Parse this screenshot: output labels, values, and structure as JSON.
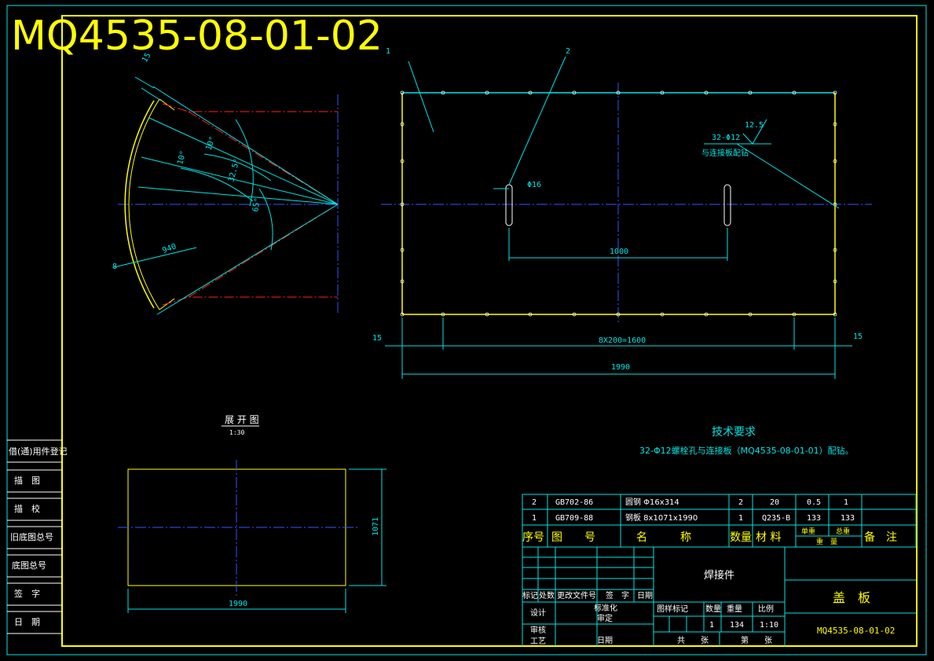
{
  "drawing_number_title": "MQ4535-08-01-02",
  "side_panel": {
    "rows": [
      "借(通)用件登记",
      "描　图",
      "描　校",
      "旧底图总号",
      "底图总号",
      "签　字",
      "日　期"
    ]
  },
  "fan_view": {
    "dims": {
      "d15": "15",
      "a10_top": "10°",
      "a10": "10°",
      "a32": "32.5°",
      "a65": "65°",
      "d940": "940",
      "d8": "8"
    }
  },
  "plate_view": {
    "balloon_1": "1",
    "balloon_2": "2",
    "slot_dia": "Φ16",
    "roughness": "12.5",
    "hole_callout_line1": "32-Φ12",
    "hole_callout_line2": "与连接板配钻",
    "dim_1000": "1000",
    "dim_15_left": "15",
    "dim_15_right": "15",
    "dim_pitch": "8X200=1600",
    "dim_1990": "1990"
  },
  "unfolded_view": {
    "title": "展 开 图",
    "scale": "1:30",
    "dim_width": "1990",
    "dim_height": "1071"
  },
  "tech_requirements": {
    "title": "技术要求",
    "line1": "32-Φ12螺栓孔与连接板（MQ4535-08-01-01）配钻。"
  },
  "bom": {
    "rows": [
      {
        "no": "2",
        "drawing": "GB702-86",
        "name": "圆钢  Φ16x314",
        "qty": "2",
        "material": "20",
        "unit_weight": "0.5",
        "total_weight": "1"
      },
      {
        "no": "1",
        "drawing": "GB709-88",
        "name": "钢板  8x1071x1990",
        "qty": "1",
        "material": "Q235-B",
        "unit_weight": "133",
        "total_weight": "133"
      }
    ],
    "header": {
      "no": "序号",
      "drawing": "图　　号",
      "name": "名　　　称",
      "qty": "数量",
      "material": "材 料",
      "unit_weight": "单重",
      "total_weight": "总重",
      "weight": "重　量",
      "note": "备　注"
    }
  },
  "title_block": {
    "part_type": "焊接件",
    "part_name": "盖　板",
    "part_number": "MQ4535-08-01-02",
    "rev_headers": [
      "标记",
      "处数",
      "更改文件号",
      "签　字",
      "日期"
    ],
    "design": "设计",
    "standardization": "标准化",
    "review": "审核",
    "approve": "审定",
    "process": "工艺",
    "date": "日期",
    "stage_mark": "图样标记",
    "weight_label": "重量",
    "scale_label": "比例",
    "qty_label": "数量",
    "qty_value": "1",
    "weight_value": "134",
    "scale_value": "1:10",
    "total_sheets": "共　　张",
    "sheet_no": "第　　张"
  }
}
